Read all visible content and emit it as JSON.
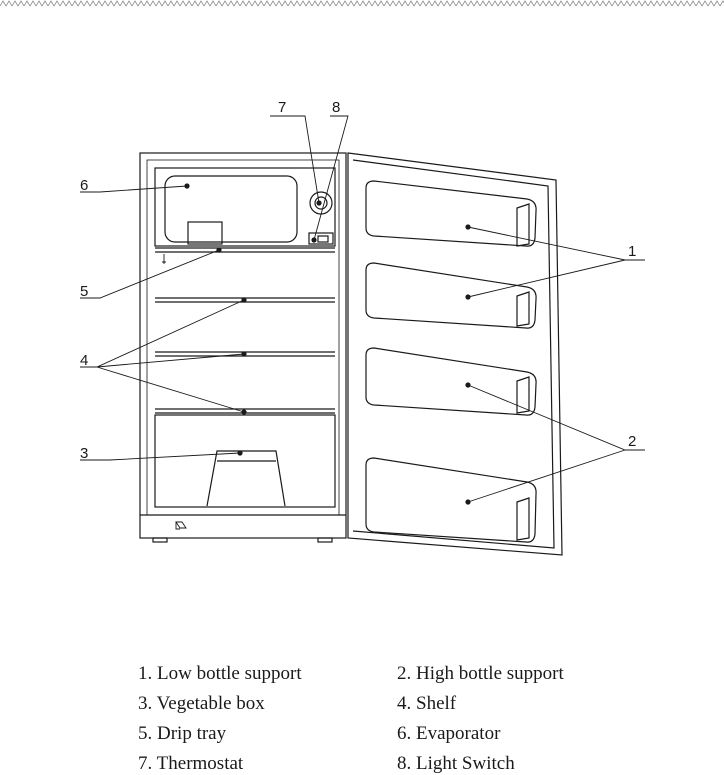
{
  "callouts": {
    "c1": "1",
    "c2": "2",
    "c3": "3",
    "c4": "4",
    "c5": "5",
    "c6": "6",
    "c7": "7",
    "c8": "8"
  },
  "legend": {
    "item1": "1. Low bottle support",
    "item2": "2. High bottle support",
    "item3": "3. Vegetable box",
    "item4": "4. Shelf",
    "item5": "5. Drip tray",
    "item6": "6. Evaporator",
    "item7": "7. Thermostat",
    "item8": "8. Light Switch"
  }
}
